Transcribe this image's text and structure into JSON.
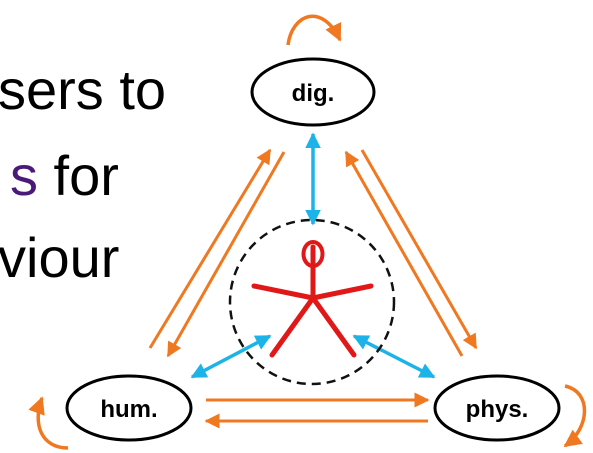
{
  "text_lines": {
    "line1": "sers to",
    "line2_highlight": "s",
    "line2_rest": " for",
    "line3": "viour"
  },
  "nodes": {
    "dig": "dig.",
    "hum": "hum.",
    "phys": "phys."
  },
  "colors": {
    "orange_arrow": "#f07820",
    "blue_arrow": "#1cb4e8",
    "person": "#e01818",
    "highlight_text": "#4a1a7a"
  }
}
